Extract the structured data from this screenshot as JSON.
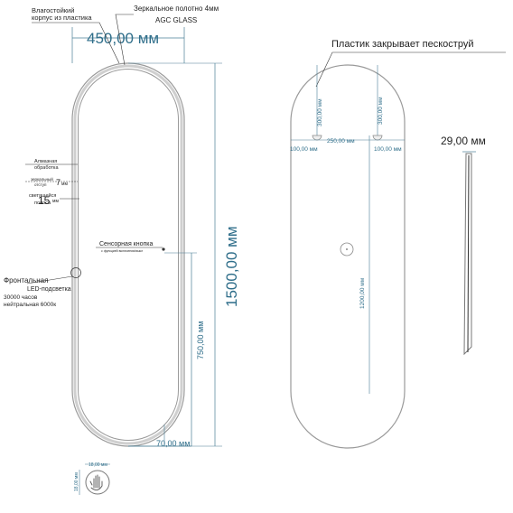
{
  "front_view": {
    "width_label": "450,00 мм",
    "height_label": "1500,00 мм",
    "half_height_label": "750,00 мм",
    "bottom_offset_label": "70,00 мм",
    "callouts": {
      "body_line1": "Влагостойкий",
      "body_line2": "корпус из пластика",
      "glass_line1": "Зеркальное  полотно 4мм",
      "glass_line2": "AGC GLASS",
      "facet_line1": "Алмазная",
      "facet_line2": "обработка",
      "offset_line1": "зеркальный",
      "offset_line2": "отступ",
      "offset_value": "7",
      "offset_unit": "мм",
      "strip_line1": "светящейся",
      "strip_line2": "полоса",
      "strip_value": "15",
      "strip_unit": "мм",
      "sensor_title": "Сенсорная кнопка",
      "sensor_sub": "с функцией включения/выкл",
      "led_line1": "Фронтальная",
      "led_line2": "LED-подсветка",
      "led_line3": "30000 часов",
      "led_line4": "нейтральная 6000к"
    }
  },
  "back_view": {
    "plastic_note": "Пластик закрывает пескоструй",
    "left_vertical_label": "300,00 мм",
    "right_vertical_label": "300,00 мм",
    "mount_spacing_label": "250,00 мм",
    "left_side_label": "100,00 мм",
    "right_side_label": "100,00 мм",
    "center_vertical_label": "1200,00 мм"
  },
  "side_view": {
    "depth_label": "29,00 мм"
  },
  "sensor_detail": {
    "width_label": "18,00 мм",
    "height_label": "18,00 мм"
  }
}
